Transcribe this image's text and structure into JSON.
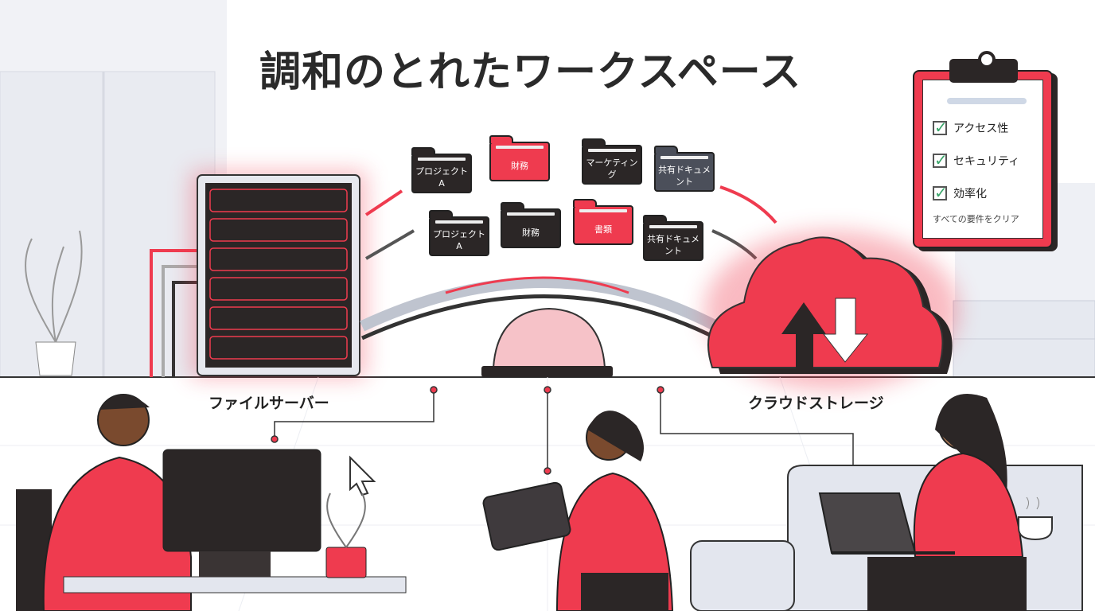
{
  "title": "調和のとれたワークスペース",
  "labels": {
    "file_server": "ファイルサーバー",
    "cloud_storage": "クラウドストレージ"
  },
  "folders": [
    {
      "label": "プロジェクトA",
      "color": "dark"
    },
    {
      "label": "財務",
      "color": "red"
    },
    {
      "label": "マーケティング",
      "color": "dark"
    },
    {
      "label": "共有ドキュメント",
      "color": "gray"
    },
    {
      "label": "プロジェクトA",
      "color": "dark"
    },
    {
      "label": "財務",
      "color": "dark"
    },
    {
      "label": "書類",
      "color": "red"
    },
    {
      "label": "共有ドキュメント",
      "color": "dark"
    }
  ],
  "checklist": {
    "items": [
      "アクセス性",
      "セキュリティ",
      "効率化"
    ],
    "footer": "すべての要件をクリア"
  },
  "colors": {
    "accent": "#ef3b4f",
    "dark": "#2b2626",
    "check": "#3aa56a"
  }
}
